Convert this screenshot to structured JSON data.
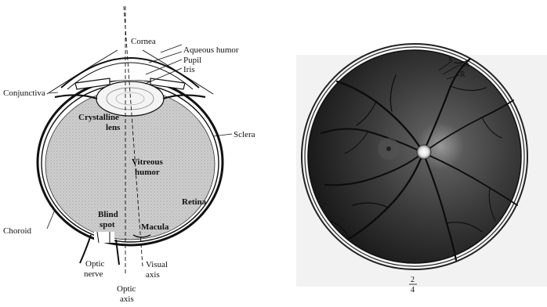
{
  "eye_cross_section": {
    "labels": {
      "cornea": "Cornea",
      "aqueous_humor": "Aqueous humor",
      "pupil": "Pupil",
      "iris": "Iris",
      "conjunctiva": "Conjunctiva",
      "crystalline_1": "Crystalline",
      "crystalline_2": "lens",
      "sclera": "Sclera",
      "vitreous_1": "Vitreous",
      "vitreous_2": "humor",
      "retina": "Retina",
      "blind_1": "Blind",
      "blind_2": "spot",
      "macula": "Macula",
      "choroid": "Choroid",
      "optic_nerve_1": "Optic",
      "optic_nerve_2": "nerve",
      "visual_axis_1": "Visual",
      "visual_axis_2": "axis",
      "optic_axis_1": "Optic",
      "optic_axis_2": "axis"
    }
  },
  "fundus_view": {
    "labels": {
      "s": "S",
      "ch": "Ch",
      "r": "R",
      "fraction_num": "2",
      "fraction_den": "4"
    }
  },
  "colors": {
    "ink": "#111111",
    "vitreous_fill": "#c8c8c8",
    "fundus_dark": "#1e1e1e",
    "fundus_mid": "#4a4a4a",
    "fundus_light": "#8a8a8a",
    "vessel": "#0c0c0c"
  }
}
